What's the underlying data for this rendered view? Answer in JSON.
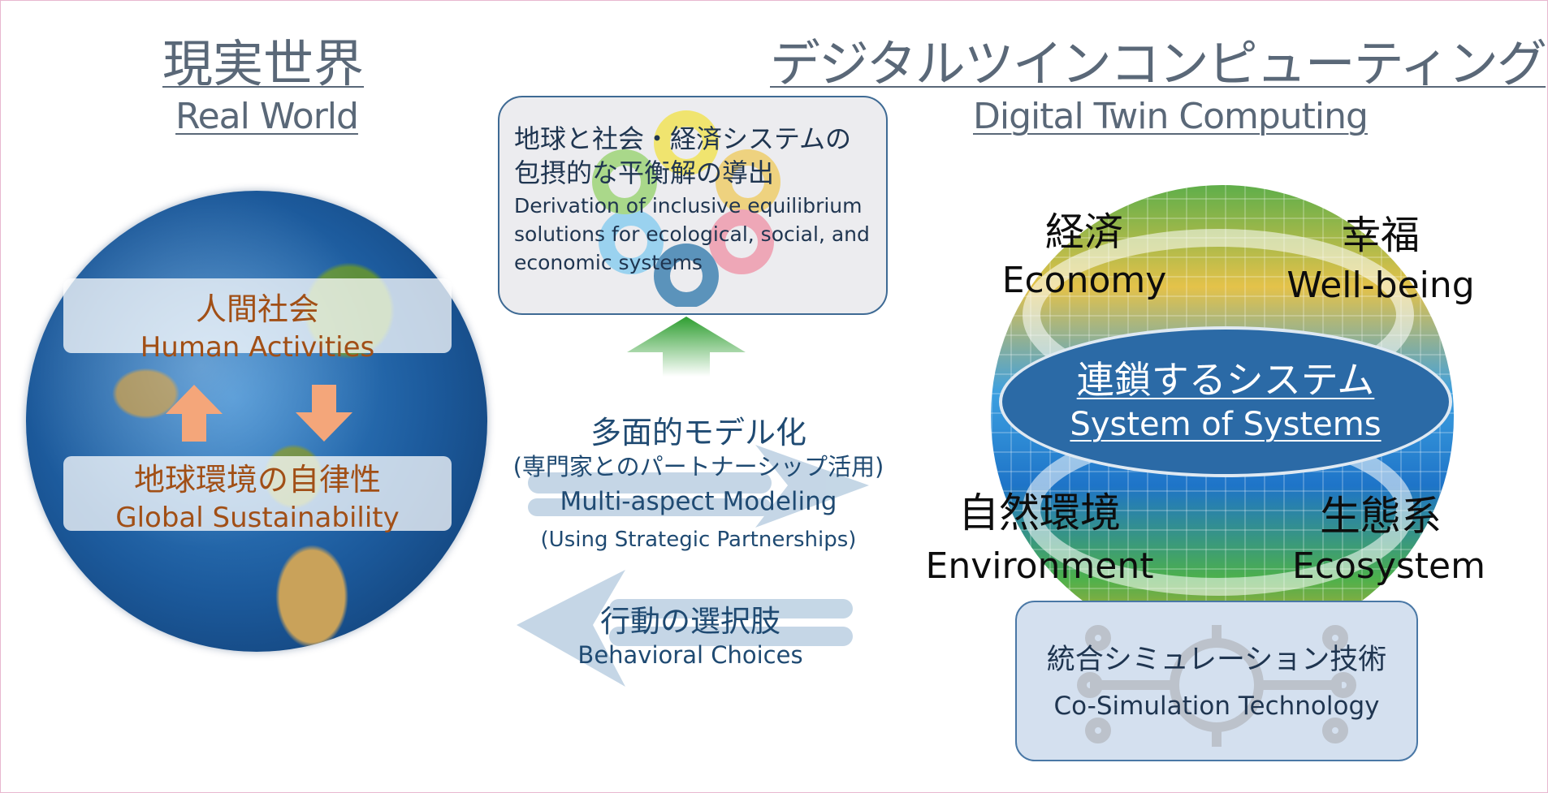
{
  "real_world": {
    "title_jp": "現実世界",
    "title_en": "Real World",
    "human_jp": "人間社会",
    "human_en": "Human Activities",
    "earth_jp": "地球環境の自律性",
    "earth_en": "Global Sustainability"
  },
  "digital_twin": {
    "title_jp": "デジタルツインコンピューティング",
    "title_en": "Digital Twin Computing",
    "economy_jp": "経済",
    "economy_en": "Economy",
    "wellbeing_jp": "幸福",
    "wellbeing_en": "Well-being",
    "sos_jp": "連鎖するシステム",
    "sos_en": "System of Systems",
    "env_jp": "自然環境",
    "env_en": "Environment",
    "eco_jp": "生態系",
    "eco_en": "Ecosystem",
    "cosim_jp": "統合シミュレーション技術",
    "cosim_en": "Co-Simulation Technology"
  },
  "goal": {
    "jp_line1": "地球と社会・経済システムの",
    "jp_line2": "包摂的な平衡解の導出",
    "en_line1": "Derivation of inclusive equilibrium",
    "en_line2": "solutions for ecological, social, and",
    "en_line3": "economic systems"
  },
  "modeling": {
    "jp": "多面的モデル化",
    "jp_sub": "(専門家とのパートナーシップ活用)",
    "en": "Multi-aspect Modeling",
    "en_sub": "(Using  Strategic Partnerships)"
  },
  "choices": {
    "jp": "行動の選択肢",
    "en": "Behavioral Choices"
  },
  "colors": {
    "header_text": "#5a6878",
    "orange_text": "#a14f16",
    "orange_arrow": "#f4a67a",
    "center_text": "#1f4a72",
    "sos_fill": "#2b6aa6",
    "green_arrow": "#2e9e30",
    "pale_arrow": "#b7cde0"
  },
  "icons": [
    "up-arrow-icon",
    "down-arrow-icon",
    "cycle-icon",
    "gear-circuit-icon",
    "right-arrow-icon",
    "left-arrow-icon",
    "green-up-arrow-icon"
  ]
}
